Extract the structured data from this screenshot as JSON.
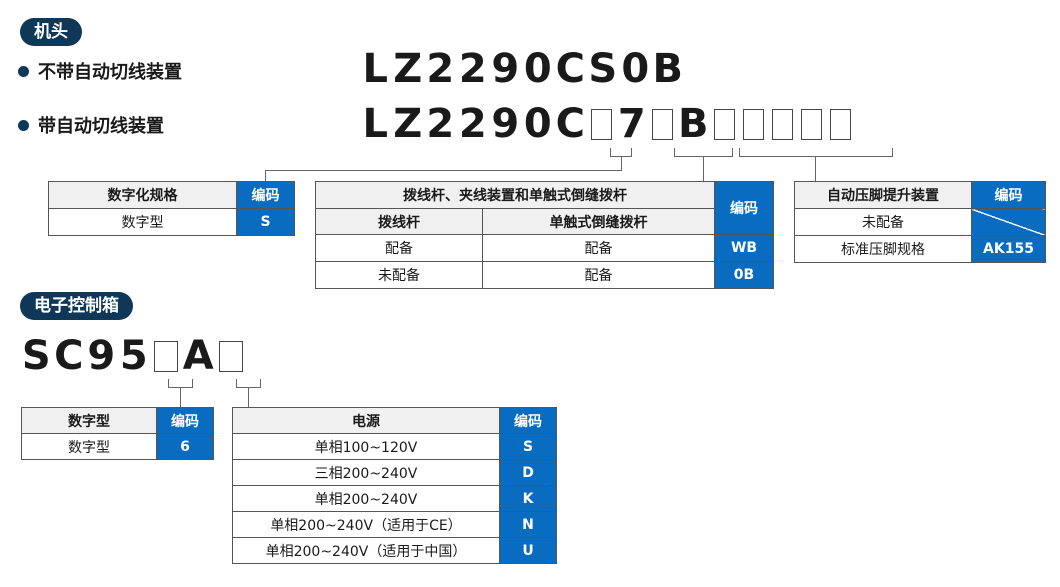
{
  "head": {
    "section_label": "机头",
    "rows": [
      {
        "label": "不带自动切线装置",
        "code": [
          "L",
          "Z",
          "2",
          "2",
          "9",
          "0",
          "C",
          "S",
          "0",
          "B"
        ]
      },
      {
        "label": "带自动切线装置",
        "code_prefix": [
          "L",
          "Z",
          "2",
          "2",
          "9",
          "0",
          "C"
        ],
        "code_mid": "7",
        "code_mid2": "B"
      }
    ]
  },
  "table_digital": {
    "header": "数字化规格",
    "header_code": "编码",
    "rows": [
      {
        "name": "数字型",
        "code": "S"
      }
    ]
  },
  "table_trimmer": {
    "header": "拨线杆、夹线装置和单触式倒缝拨杆",
    "header_code": "编码",
    "sub_col1": "拨线杆",
    "sub_col2": "单触式倒缝拨杆",
    "rows": [
      {
        "c1": "配备",
        "c2": "配备",
        "code": "WB"
      },
      {
        "c1": "未配备",
        "c2": "配备",
        "code": "0B"
      }
    ]
  },
  "table_lift": {
    "header": "自动压脚提升装置",
    "header_code": "编码",
    "rows": [
      {
        "name": "未配备",
        "code": ""
      },
      {
        "name": "标准压脚规格",
        "code": "AK155"
      }
    ]
  },
  "ctrl": {
    "section_label": "电子控制箱",
    "code_chars": [
      "S",
      "C",
      "9",
      "5"
    ],
    "code_mid": "A"
  },
  "table_ctrl_digital": {
    "header": "数字型",
    "header_code": "编码",
    "rows": [
      {
        "name": "数字型",
        "code": "6"
      }
    ]
  },
  "table_power": {
    "header": "电源",
    "header_code": "编码",
    "rows": [
      {
        "name": "单相100~120V",
        "code": "S"
      },
      {
        "name": "三相200~240V",
        "code": "D"
      },
      {
        "name": "单相200~240V",
        "code": "K"
      },
      {
        "name": "单相200~240V（适用于CE）",
        "code": "N"
      },
      {
        "name": "单相200~240V（适用于中国）",
        "code": "U"
      }
    ]
  },
  "colors": {
    "navy": "#0f3858",
    "blue": "#0a6cc1"
  }
}
